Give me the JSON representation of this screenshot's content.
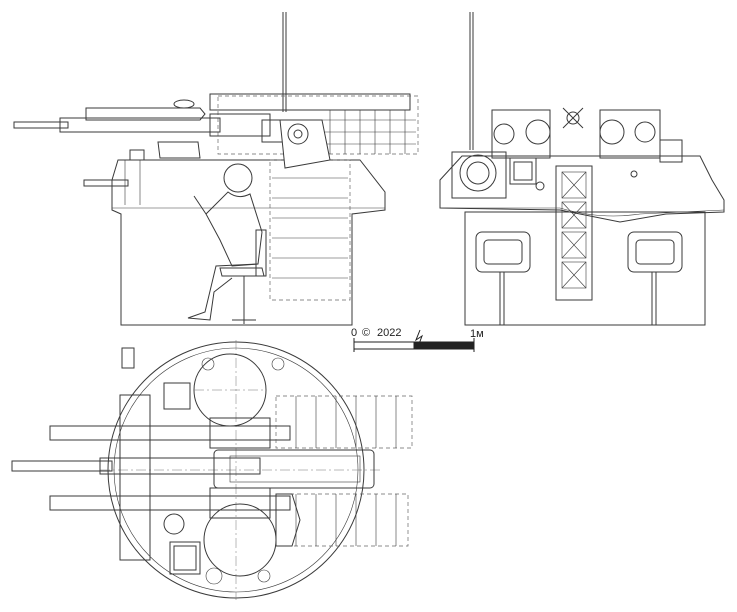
{
  "scale_bar": {
    "zero_label": "0",
    "meter_label": "1м"
  },
  "copyright": {
    "symbol": "©",
    "year": "2022"
  },
  "colors": {
    "ink": "#3a3a3a",
    "paper": "#ffffff"
  }
}
